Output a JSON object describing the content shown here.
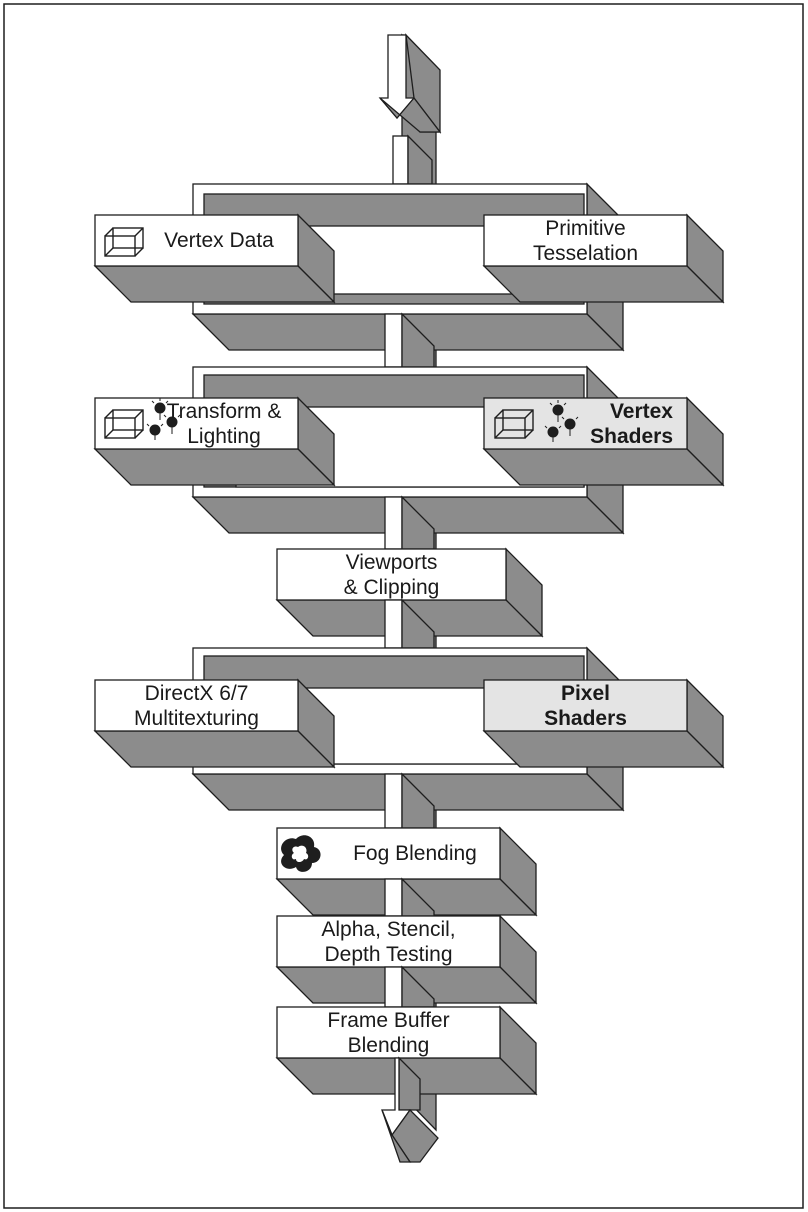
{
  "stages": {
    "vertex_data": {
      "lines": [
        "Vertex Data"
      ]
    },
    "primitive_tesselation": {
      "lines": [
        "Primitive",
        "Tesselation"
      ]
    },
    "transform_lighting": {
      "lines": [
        "Transform &",
        "Lighting"
      ]
    },
    "vertex_shaders": {
      "lines": [
        "Vertex",
        "Shaders"
      ]
    },
    "viewports_clipping": {
      "lines": [
        "Viewports",
        "& Clipping"
      ]
    },
    "multitexturing": {
      "lines": [
        "DirectX 6/7",
        "Multitexturing"
      ]
    },
    "pixel_shaders": {
      "lines": [
        "Pixel",
        "Shaders"
      ]
    },
    "fog_blending": {
      "lines": [
        "Fog Blending"
      ]
    },
    "alpha_stencil_depth": {
      "lines": [
        "Alpha, Stencil,",
        "Depth Testing"
      ]
    },
    "frame_buffer_blending": {
      "lines": [
        "Frame Buffer",
        "Blending"
      ]
    }
  },
  "colors": {
    "shadow": "#8c8c8c",
    "face": "#ffffff",
    "highlight_face": "#e4e4e4",
    "stroke": "#1e1e1e"
  },
  "icons": [
    "wireframe-cube-icon",
    "light-bulbs-icon",
    "fog-blob-icon"
  ]
}
